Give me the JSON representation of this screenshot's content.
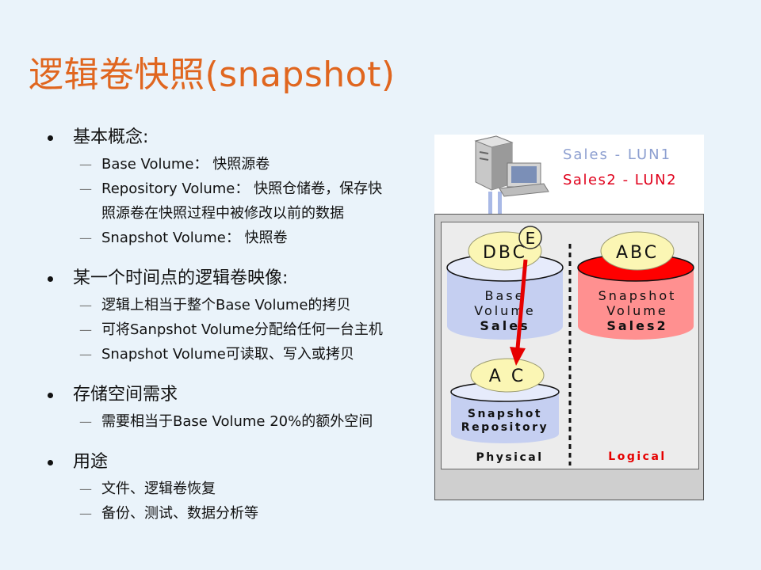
{
  "title": "逻辑卷快照(snapshot)",
  "sections": [
    {
      "heading": "基本概念:",
      "items": [
        {
          "text": "Base Volume： 快照源卷"
        },
        {
          "text": "Repository Volume： 快照仓储卷，保存快",
          "cont": "照源卷在快照过程中被修改以前的数据"
        },
        {
          "text": "Snapshot Volume： 快照卷"
        }
      ]
    },
    {
      "heading": "某一个时间点的逻辑卷映像:",
      "items": [
        {
          "text": "逻辑上相当于整个Base Volume的拷贝"
        },
        {
          "text": "可将Sanpshot Volume分配给任何一台主机"
        },
        {
          "text": "Snapshot Volume可读取、写入或拷贝"
        }
      ]
    },
    {
      "heading": "存储空间需求",
      "items": [
        {
          "text": "需要相当于Base Volume 20%的额外空间"
        }
      ]
    },
    {
      "heading": "用途",
      "items": [
        {
          "text": "文件、逻辑卷恢复"
        },
        {
          "text": "备份、测试、数据分析等"
        }
      ]
    }
  ],
  "diagram": {
    "lun1": "Sales - LUN1",
    "lun2": "Sales2 - LUN2",
    "base_disk_label": "DBC",
    "changed_block": "E",
    "base_volume": [
      "Base",
      "Volume",
      "Sales"
    ],
    "snapshot_disk_label": "ABC",
    "snapshot_volume": [
      "Snapshot",
      "Volume",
      "Sales2"
    ],
    "repository_disk_label": "A C",
    "repository": [
      "Snapshot",
      "Repository"
    ],
    "physical": "Physical",
    "logical": "Logical",
    "colors": {
      "lun1": "#8d9fd0",
      "lun2": "#e0001b",
      "base_fill": "#c5cff1",
      "base_top": "#e6ebfb",
      "snap_fill": "#ff9090",
      "snap_top": "#ff0000",
      "oval": "#fbf6b4",
      "arrow": "#e60000",
      "logical": "#e60000"
    }
  }
}
